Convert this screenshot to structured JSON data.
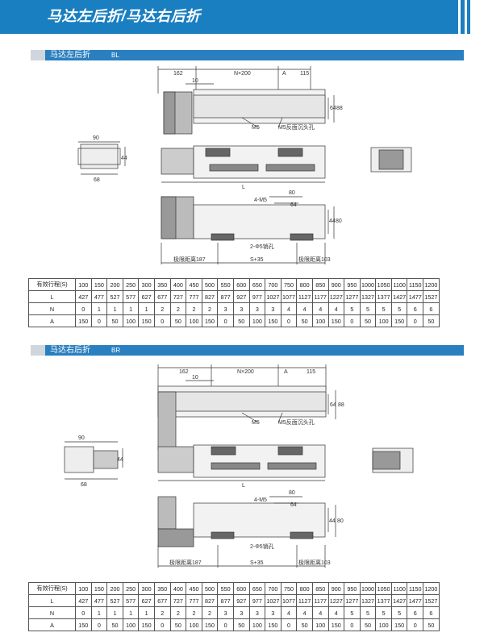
{
  "header": {
    "title": "马达左后折/马达右后折"
  },
  "sections": [
    {
      "label": "马达左后折",
      "code": "BL",
      "dims": {
        "d162": "162",
        "nx200": "N×200",
        "a": "A",
        "d115": "115",
        "d10": "10",
        "d64": "64",
        "d88": "88",
        "m5": "M5",
        "m5_back": "M5反面沉头孔",
        "d90": "90",
        "d68": "68",
        "d44": "44",
        "l": "L",
        "m4": "4-M5",
        "d80": "80",
        "d64b": "64",
        "d44b": "44",
        "d80b": "80",
        "pin": "2-Φ5销孔",
        "limit187": "极限距离187",
        "s35": "S+35",
        "limit103": "极限距离103"
      }
    },
    {
      "label": "马达右后折",
      "code": "BR",
      "dims": {
        "d162": "162",
        "nx200": "N×200",
        "a": "A",
        "d115": "115",
        "d10": "10",
        "d64": "64",
        "d88": "88",
        "m5": "M5",
        "m5_back": "M5反面沉头孔",
        "d90": "90",
        "d68": "68",
        "d44": "44",
        "l": "L",
        "m4": "4-M5",
        "d80": "80",
        "d64b": "64",
        "d44b": "44",
        "d80b": "80",
        "pin": "2-Φ5销孔",
        "limit187": "极限距离187",
        "s35": "S+35",
        "limit103": "极限距离103"
      }
    }
  ],
  "table": {
    "rows": [
      {
        "head": "有效行程(S)",
        "cells": [
          "100",
          "150",
          "200",
          "250",
          "300",
          "350",
          "400",
          "450",
          "500",
          "550",
          "600",
          "650",
          "700",
          "750",
          "800",
          "850",
          "900",
          "950",
          "1000",
          "1050",
          "1100",
          "1150",
          "1200"
        ]
      },
      {
        "head": "L",
        "cells": [
          "427",
          "477",
          "527",
          "577",
          "627",
          "677",
          "727",
          "777",
          "827",
          "877",
          "927",
          "977",
          "1027",
          "1077",
          "1127",
          "1177",
          "1227",
          "1277",
          "1327",
          "1377",
          "1427",
          "1477",
          "1527"
        ]
      },
      {
        "head": "N",
        "cells": [
          "0",
          "1",
          "1",
          "1",
          "1",
          "2",
          "2",
          "2",
          "2",
          "3",
          "3",
          "3",
          "3",
          "4",
          "4",
          "4",
          "4",
          "5",
          "5",
          "5",
          "5",
          "6",
          "6"
        ]
      },
      {
        "head": "A",
        "cells": [
          "150",
          "0",
          "50",
          "100",
          "150",
          "0",
          "50",
          "100",
          "150",
          "0",
          "50",
          "100",
          "150",
          "0",
          "50",
          "100",
          "150",
          "0",
          "50",
          "100",
          "150",
          "0",
          "50"
        ]
      }
    ]
  }
}
